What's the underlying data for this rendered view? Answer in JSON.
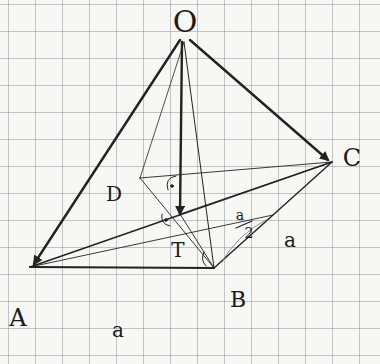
{
  "diagram": {
    "labels": [
      "O",
      "D",
      "C",
      "A",
      "T",
      "B",
      "a",
      "a",
      "a",
      "2"
    ]
  }
}
